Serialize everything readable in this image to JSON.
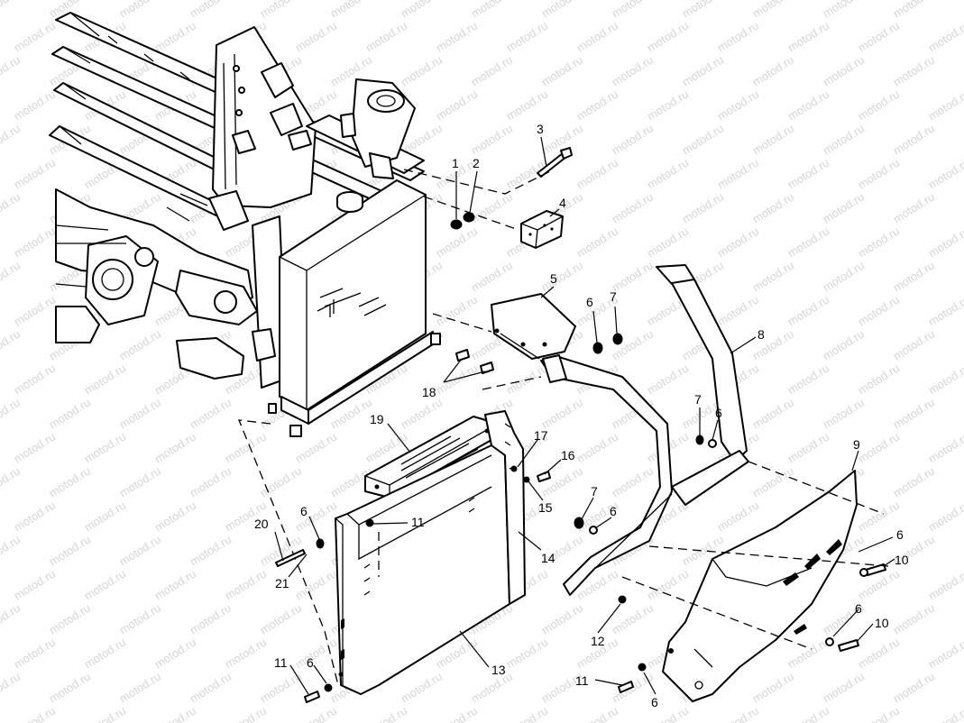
{
  "watermark": "motod.ru",
  "part_labels": [
    {
      "id": "1",
      "text": "1"
    },
    {
      "id": "2",
      "text": "2"
    },
    {
      "id": "3",
      "text": "3"
    },
    {
      "id": "4",
      "text": "4"
    },
    {
      "id": "5",
      "text": "5"
    },
    {
      "id": "6a",
      "text": "6"
    },
    {
      "id": "7a",
      "text": "7"
    },
    {
      "id": "8",
      "text": "8"
    },
    {
      "id": "7b",
      "text": "7"
    },
    {
      "id": "6b",
      "text": "6"
    },
    {
      "id": "9",
      "text": "9"
    },
    {
      "id": "18",
      "text": "18"
    },
    {
      "id": "19",
      "text": "19"
    },
    {
      "id": "17",
      "text": "17"
    },
    {
      "id": "16",
      "text": "16"
    },
    {
      "id": "15",
      "text": "15"
    },
    {
      "id": "7c",
      "text": "7"
    },
    {
      "id": "6c",
      "text": "6"
    },
    {
      "id": "20",
      "text": "20"
    },
    {
      "id": "6d",
      "text": "6"
    },
    {
      "id": "11a",
      "text": "11"
    },
    {
      "id": "21",
      "text": "21"
    },
    {
      "id": "14",
      "text": "14"
    },
    {
      "id": "6e",
      "text": "6"
    },
    {
      "id": "10a",
      "text": "10"
    },
    {
      "id": "12",
      "text": "12"
    },
    {
      "id": "6f",
      "text": "6"
    },
    {
      "id": "10b",
      "text": "10"
    },
    {
      "id": "13",
      "text": "13"
    },
    {
      "id": "11b",
      "text": "11"
    },
    {
      "id": "6g",
      "text": "6"
    },
    {
      "id": "11c",
      "text": "11"
    },
    {
      "id": "6h",
      "text": "6"
    }
  ]
}
